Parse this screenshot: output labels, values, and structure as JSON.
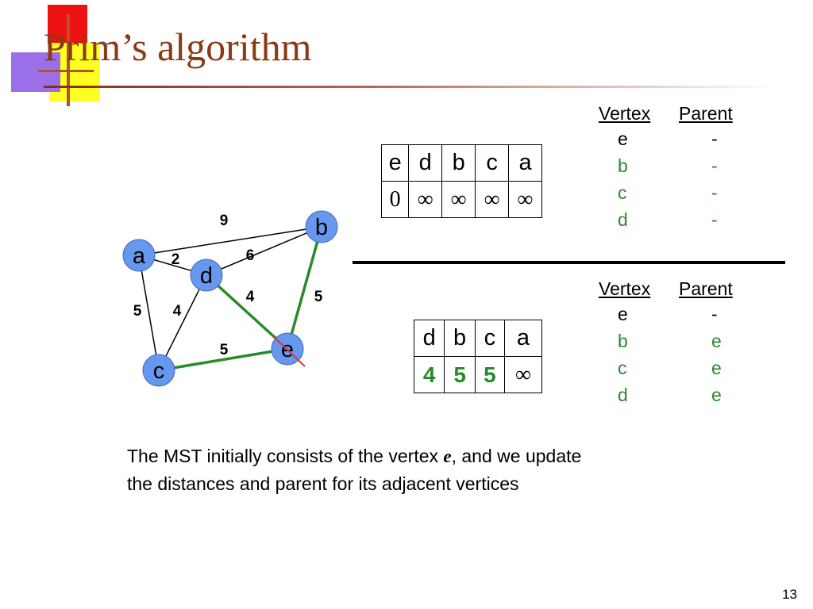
{
  "slide": {
    "title": "Prim’s algorithm",
    "page_number": "13"
  },
  "graph": {
    "vertices": [
      "a",
      "b",
      "c",
      "d",
      "e"
    ],
    "edges": [
      {
        "from": "a",
        "to": "b",
        "weight": "9",
        "in_tree": false
      },
      {
        "from": "a",
        "to": "d",
        "weight": "2",
        "in_tree": false
      },
      {
        "from": "a",
        "to": "c",
        "weight": "5",
        "in_tree": false
      },
      {
        "from": "d",
        "to": "b",
        "weight": "6",
        "in_tree": false
      },
      {
        "from": "d",
        "to": "c",
        "weight": "4",
        "in_tree": false
      },
      {
        "from": "d",
        "to": "e",
        "weight": "4",
        "in_tree": true
      },
      {
        "from": "b",
        "to": "e",
        "weight": "5",
        "in_tree": true
      },
      {
        "from": "c",
        "to": "e",
        "weight": "5",
        "in_tree": true
      }
    ],
    "removed_vertex": "e",
    "colors": {
      "node_fill": "#6699ee",
      "tree_edge": "#2a8a2a",
      "edge": "#000000",
      "strike": "#dd3333"
    }
  },
  "queue_before": {
    "headers": [
      "e",
      "d",
      "b",
      "c",
      "a"
    ],
    "values": [
      "0",
      "∞",
      "∞",
      "∞",
      "∞"
    ]
  },
  "queue_after": {
    "headers": [
      "d",
      "b",
      "c",
      "a"
    ],
    "values": [
      "4",
      "5",
      "5",
      "∞"
    ]
  },
  "parent_before": {
    "headers": [
      "Vertex",
      "Parent"
    ],
    "rows": [
      {
        "vertex": "e",
        "parent": "-"
      },
      {
        "vertex": "b",
        "parent": "-"
      },
      {
        "vertex": "c",
        "parent": "-"
      },
      {
        "vertex": "d",
        "parent": "-"
      }
    ]
  },
  "parent_after": {
    "headers": [
      "Vertex",
      "Parent"
    ],
    "rows": [
      {
        "vertex": "e",
        "parent": "-"
      },
      {
        "vertex": "b",
        "parent": "e"
      },
      {
        "vertex": "c",
        "parent": "e"
      },
      {
        "vertex": "d",
        "parent": "e"
      }
    ]
  },
  "caption": {
    "line1_prefix": "The MST initially consists of the vertex ",
    "line1_em": "e",
    "line1_suffix": ", and we update",
    "line2": "the distances and parent for its adjacent vertices"
  }
}
